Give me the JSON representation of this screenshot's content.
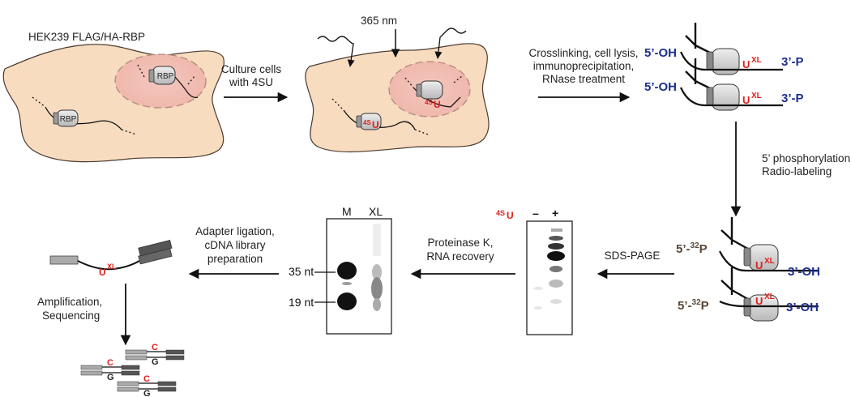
{
  "cell1": {
    "title": "HEK239 FLAG/HA-RBP",
    "rbp_label": "RBP"
  },
  "cell2": {
    "uv_label": "365 nm"
  },
  "labels": {
    "u": "U",
    "four_su_sup": "4S",
    "xl_sup": "XL",
    "five_oh": "5’-OH",
    "three_p": "3’-P",
    "three_oh": "3’-OH",
    "five_prime": "5’-",
    "p32_sup": "32",
    "p": "P"
  },
  "steps": {
    "culture_line1": "Culture cells",
    "culture_line2": "with 4SU",
    "crosslink_line1": "Crosslinking, cell lysis,",
    "crosslink_line2": "immunoprecipitation,",
    "crosslink_line3": "RNase treatment",
    "phospho_line1": "5’ phosphorylation,",
    "phospho_line2": "Radio-labeling",
    "sds_page": "SDS-PAGE",
    "proteinase_line1": "Proteinase K,",
    "proteinase_line2": "RNA recovery",
    "adapter_line1": "Adapter ligation,",
    "adapter_line2": "cDNA library",
    "adapter_line3": "preparation",
    "amp_line1": "Amplification,",
    "amp_line2": "Sequencing"
  },
  "gel1": {
    "lane_m": "M",
    "lane_xl": "XL",
    "marker_35": "35 nt",
    "marker_19": "19 nt"
  },
  "gel2": {
    "minus_label": "–",
    "plus_label": "+"
  },
  "reads": {
    "base_c": "C",
    "base_g": "G"
  }
}
